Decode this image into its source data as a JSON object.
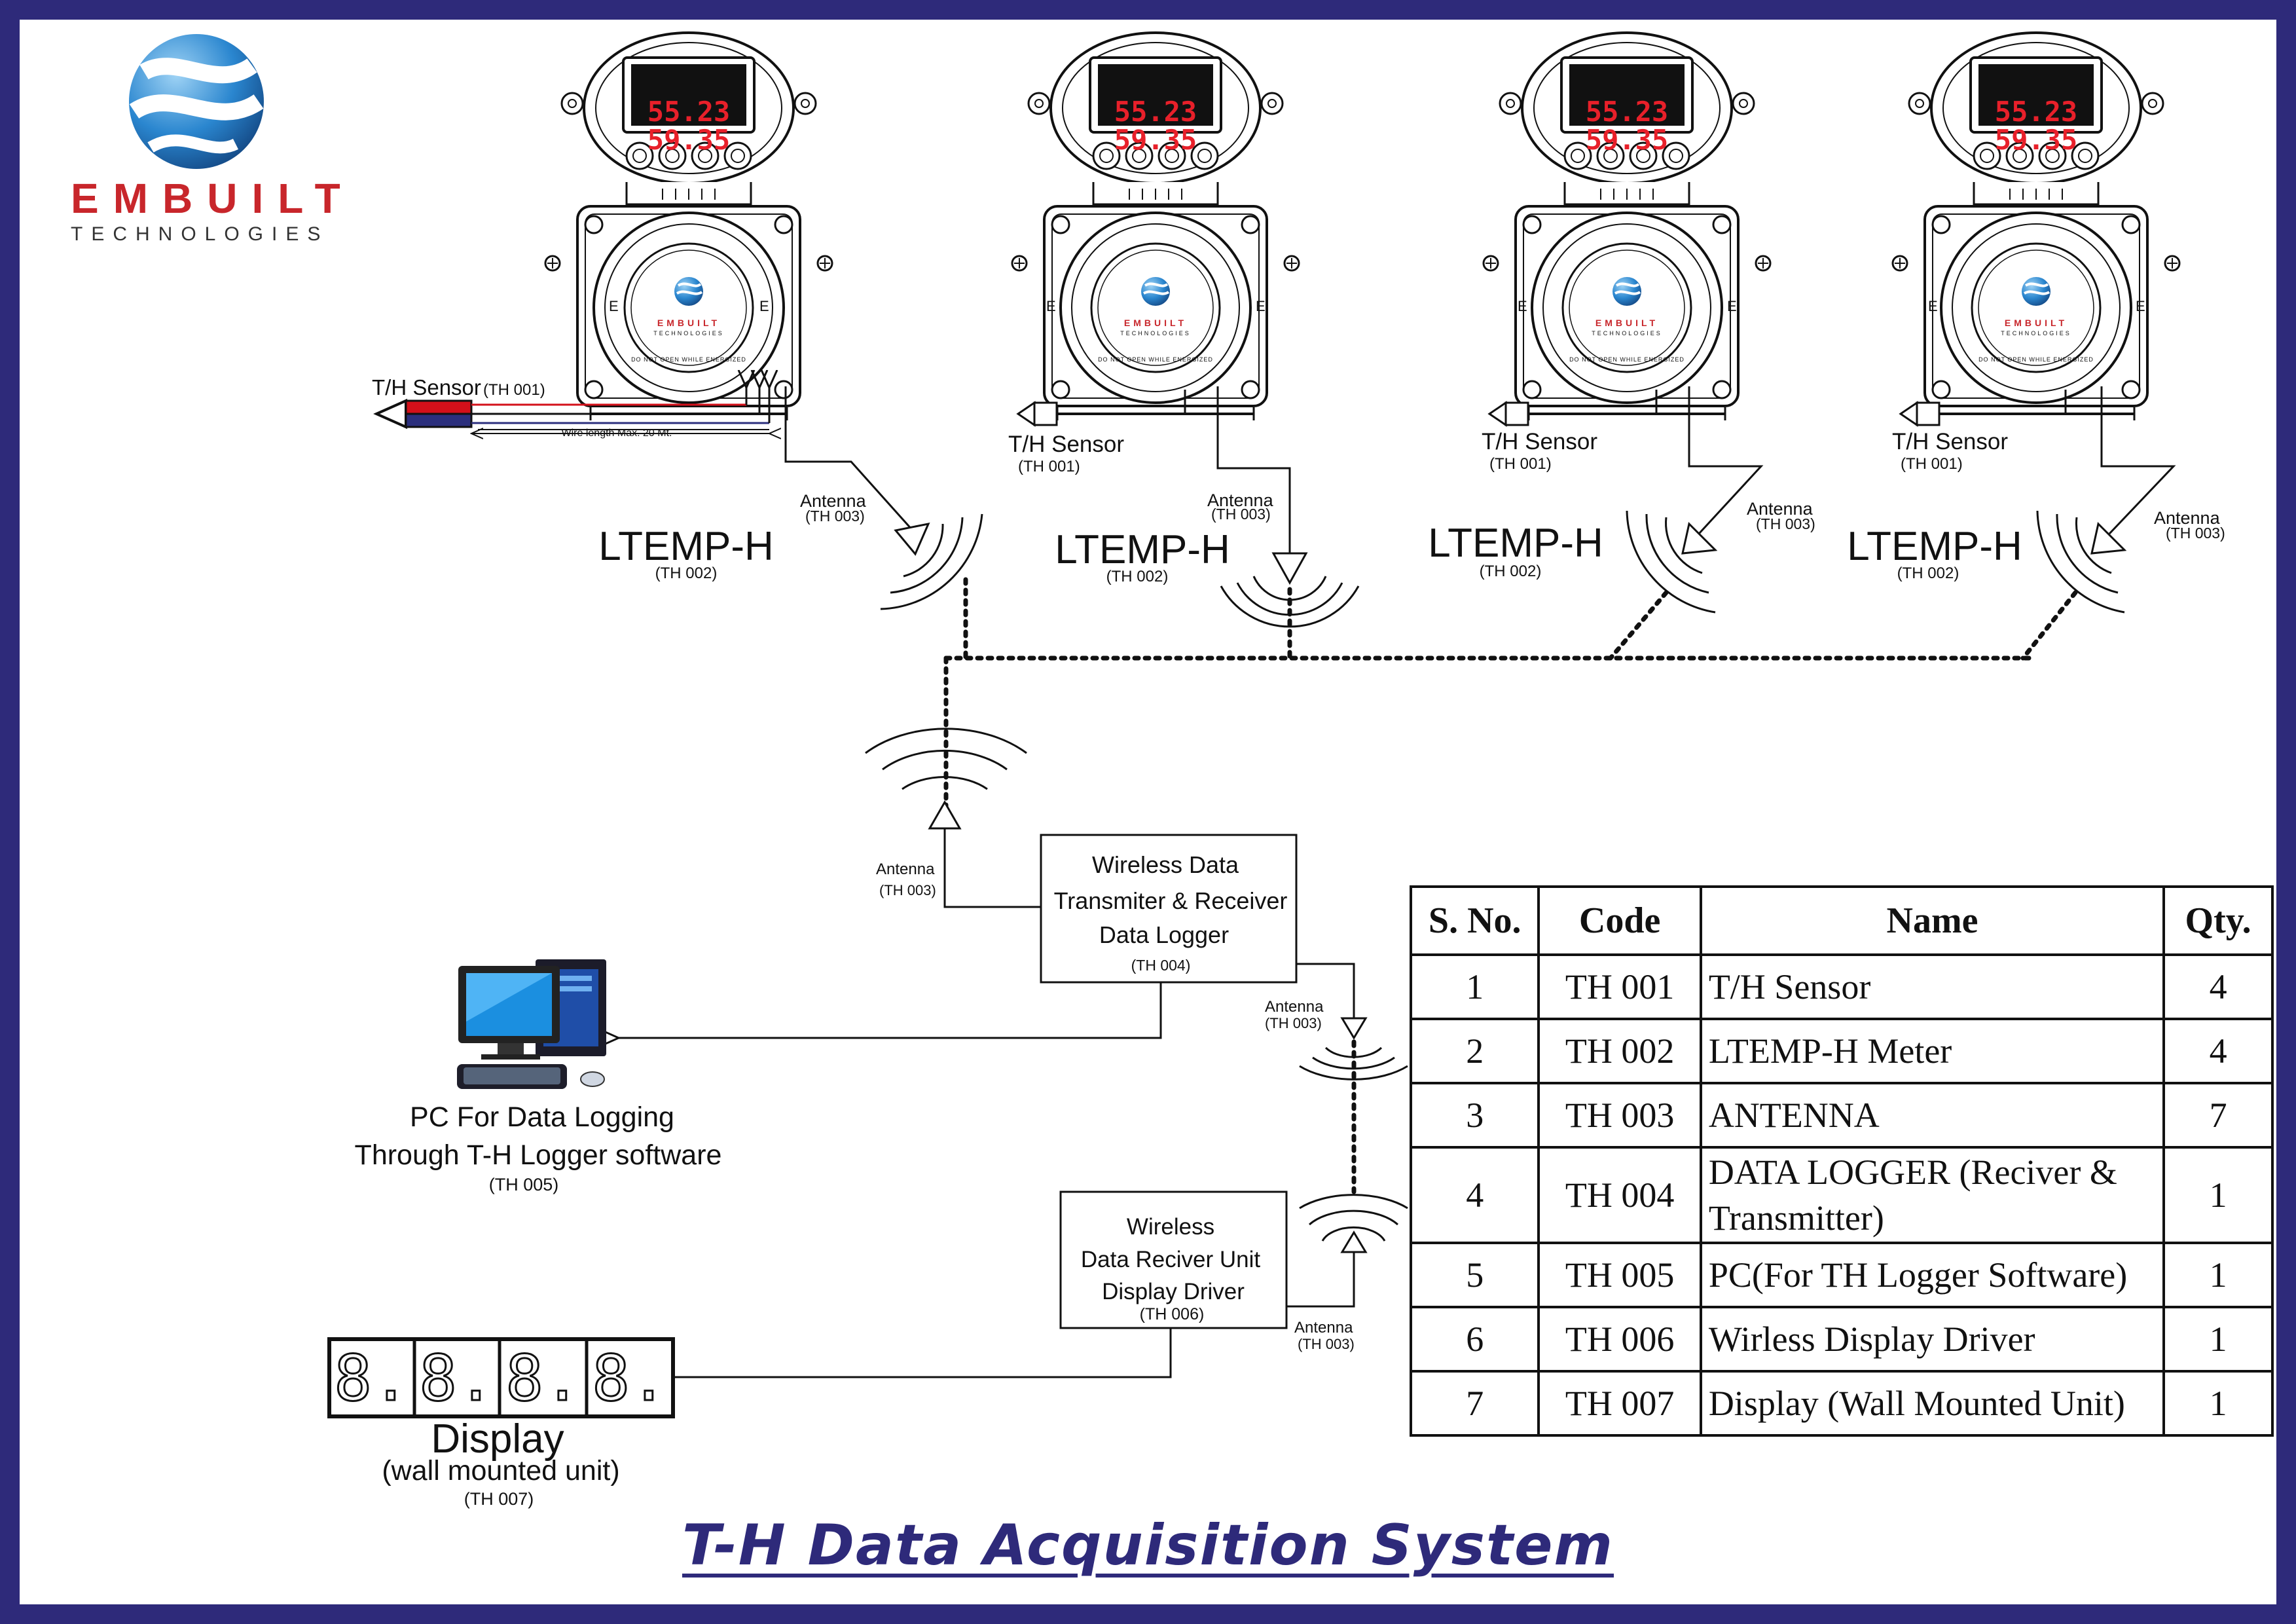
{
  "brand": {
    "name": "EMBUILT",
    "tagline": "TECHNOLOGIES"
  },
  "meter_brand_small": {
    "name": "EMBUILT",
    "tagline": "TECHNOLOGIES"
  },
  "meters": [
    {
      "model": "LTEMP-H",
      "code": "(TH 002)",
      "reading_top": "55.23",
      "reading_bottom": "59.35",
      "sensor_label": "T/H Sensor",
      "sensor_code": "(TH 001)",
      "antenna_label": "Antenna",
      "antenna_code": "(TH 003)",
      "earth_label": "E",
      "warning": "DO NOT OPEN WHILE ENERGIZED"
    },
    {
      "model": "LTEMP-H",
      "code": "(TH 002)",
      "reading_top": "55.23",
      "reading_bottom": "59.35",
      "sensor_label": "T/H Sensor",
      "sensor_code": "(TH 001)",
      "antenna_label": "Antenna",
      "antenna_code": "(TH 003)",
      "earth_label": "E",
      "warning": "DO NOT OPEN WHILE ENERGIZED"
    },
    {
      "model": "LTEMP-H",
      "code": "(TH 002)",
      "reading_top": "55.23",
      "reading_bottom": "59.35",
      "sensor_label": "T/H Sensor",
      "sensor_code": "(TH 001)",
      "antenna_label": "Antenna",
      "antenna_code": "(TH 003)",
      "earth_label": "E",
      "warning": "DO NOT OPEN WHILE ENERGIZED"
    },
    {
      "model": "LTEMP-H",
      "code": "(TH 002)",
      "reading_top": "55.23",
      "reading_bottom": "59.35",
      "sensor_label": "T/H Sensor",
      "sensor_code": "(TH 001)",
      "antenna_label": "Antenna",
      "antenna_code": "(TH 003)",
      "earth_label": "E",
      "warning": "DO NOT OPEN WHILE ENERGIZED"
    }
  ],
  "wire_note": "Wire length Max. 20 Mt.",
  "logger": {
    "line1": "Wireless Data",
    "line2": "Transmiter & Receiver",
    "line3": "Data Logger",
    "code": "(TH 004)"
  },
  "logger_antenna": {
    "label": "Antenna",
    "code": "(TH 003)"
  },
  "relay_antenna_1": {
    "label": "Antenna",
    "code": "(TH 003)"
  },
  "relay_antenna_2": {
    "label": "Antenna",
    "code": "(TH 003)"
  },
  "pc": {
    "line1": "PC For Data Logging",
    "line2": "Through T-H Logger software",
    "code": "(TH 005)"
  },
  "receiver": {
    "line1": "Wireless",
    "line2": "Data Reciver Unit",
    "line3": "Display Driver",
    "code": "(TH 006)"
  },
  "display": {
    "digits": [
      "8.",
      "8.",
      "8.",
      "8."
    ],
    "label": "Display",
    "sub": "(wall mounted unit)",
    "code": "(TH 007)"
  },
  "table": {
    "headers": [
      "S. No.",
      "Code",
      "Name",
      "Qty."
    ],
    "rows": [
      {
        "sno": "1",
        "code": "TH 001",
        "name": "T/H Sensor",
        "qty": "4"
      },
      {
        "sno": "2",
        "code": "TH 002",
        "name": "LTEMP-H Meter",
        "qty": "4"
      },
      {
        "sno": "3",
        "code": "TH 003",
        "name": "ANTENNA",
        "qty": "7"
      },
      {
        "sno": "4",
        "code": "TH 004",
        "name": "DATA LOGGER (Reciver & Transmitter)",
        "qty": "1"
      },
      {
        "sno": "5",
        "code": "TH 005",
        "name": "PC(For TH Logger Software)",
        "qty": "1"
      },
      {
        "sno": "6",
        "code": "TH 006",
        "name": "Wirless Display Driver",
        "qty": "1"
      },
      {
        "sno": "7",
        "code": "TH 007",
        "name": "Display (Wall Mounted Unit)",
        "qty": "1"
      }
    ]
  },
  "title": "T-H Data Acquisition System",
  "colors": {
    "frame": "#2e2a7a",
    "title": "#2e2a7a",
    "led": "#e8202a",
    "logo_blue": "#1f6fb8",
    "brand_red": "#c8262b",
    "sensor_red": "#d4101a",
    "sensor_blue": "#2b2f7d"
  }
}
